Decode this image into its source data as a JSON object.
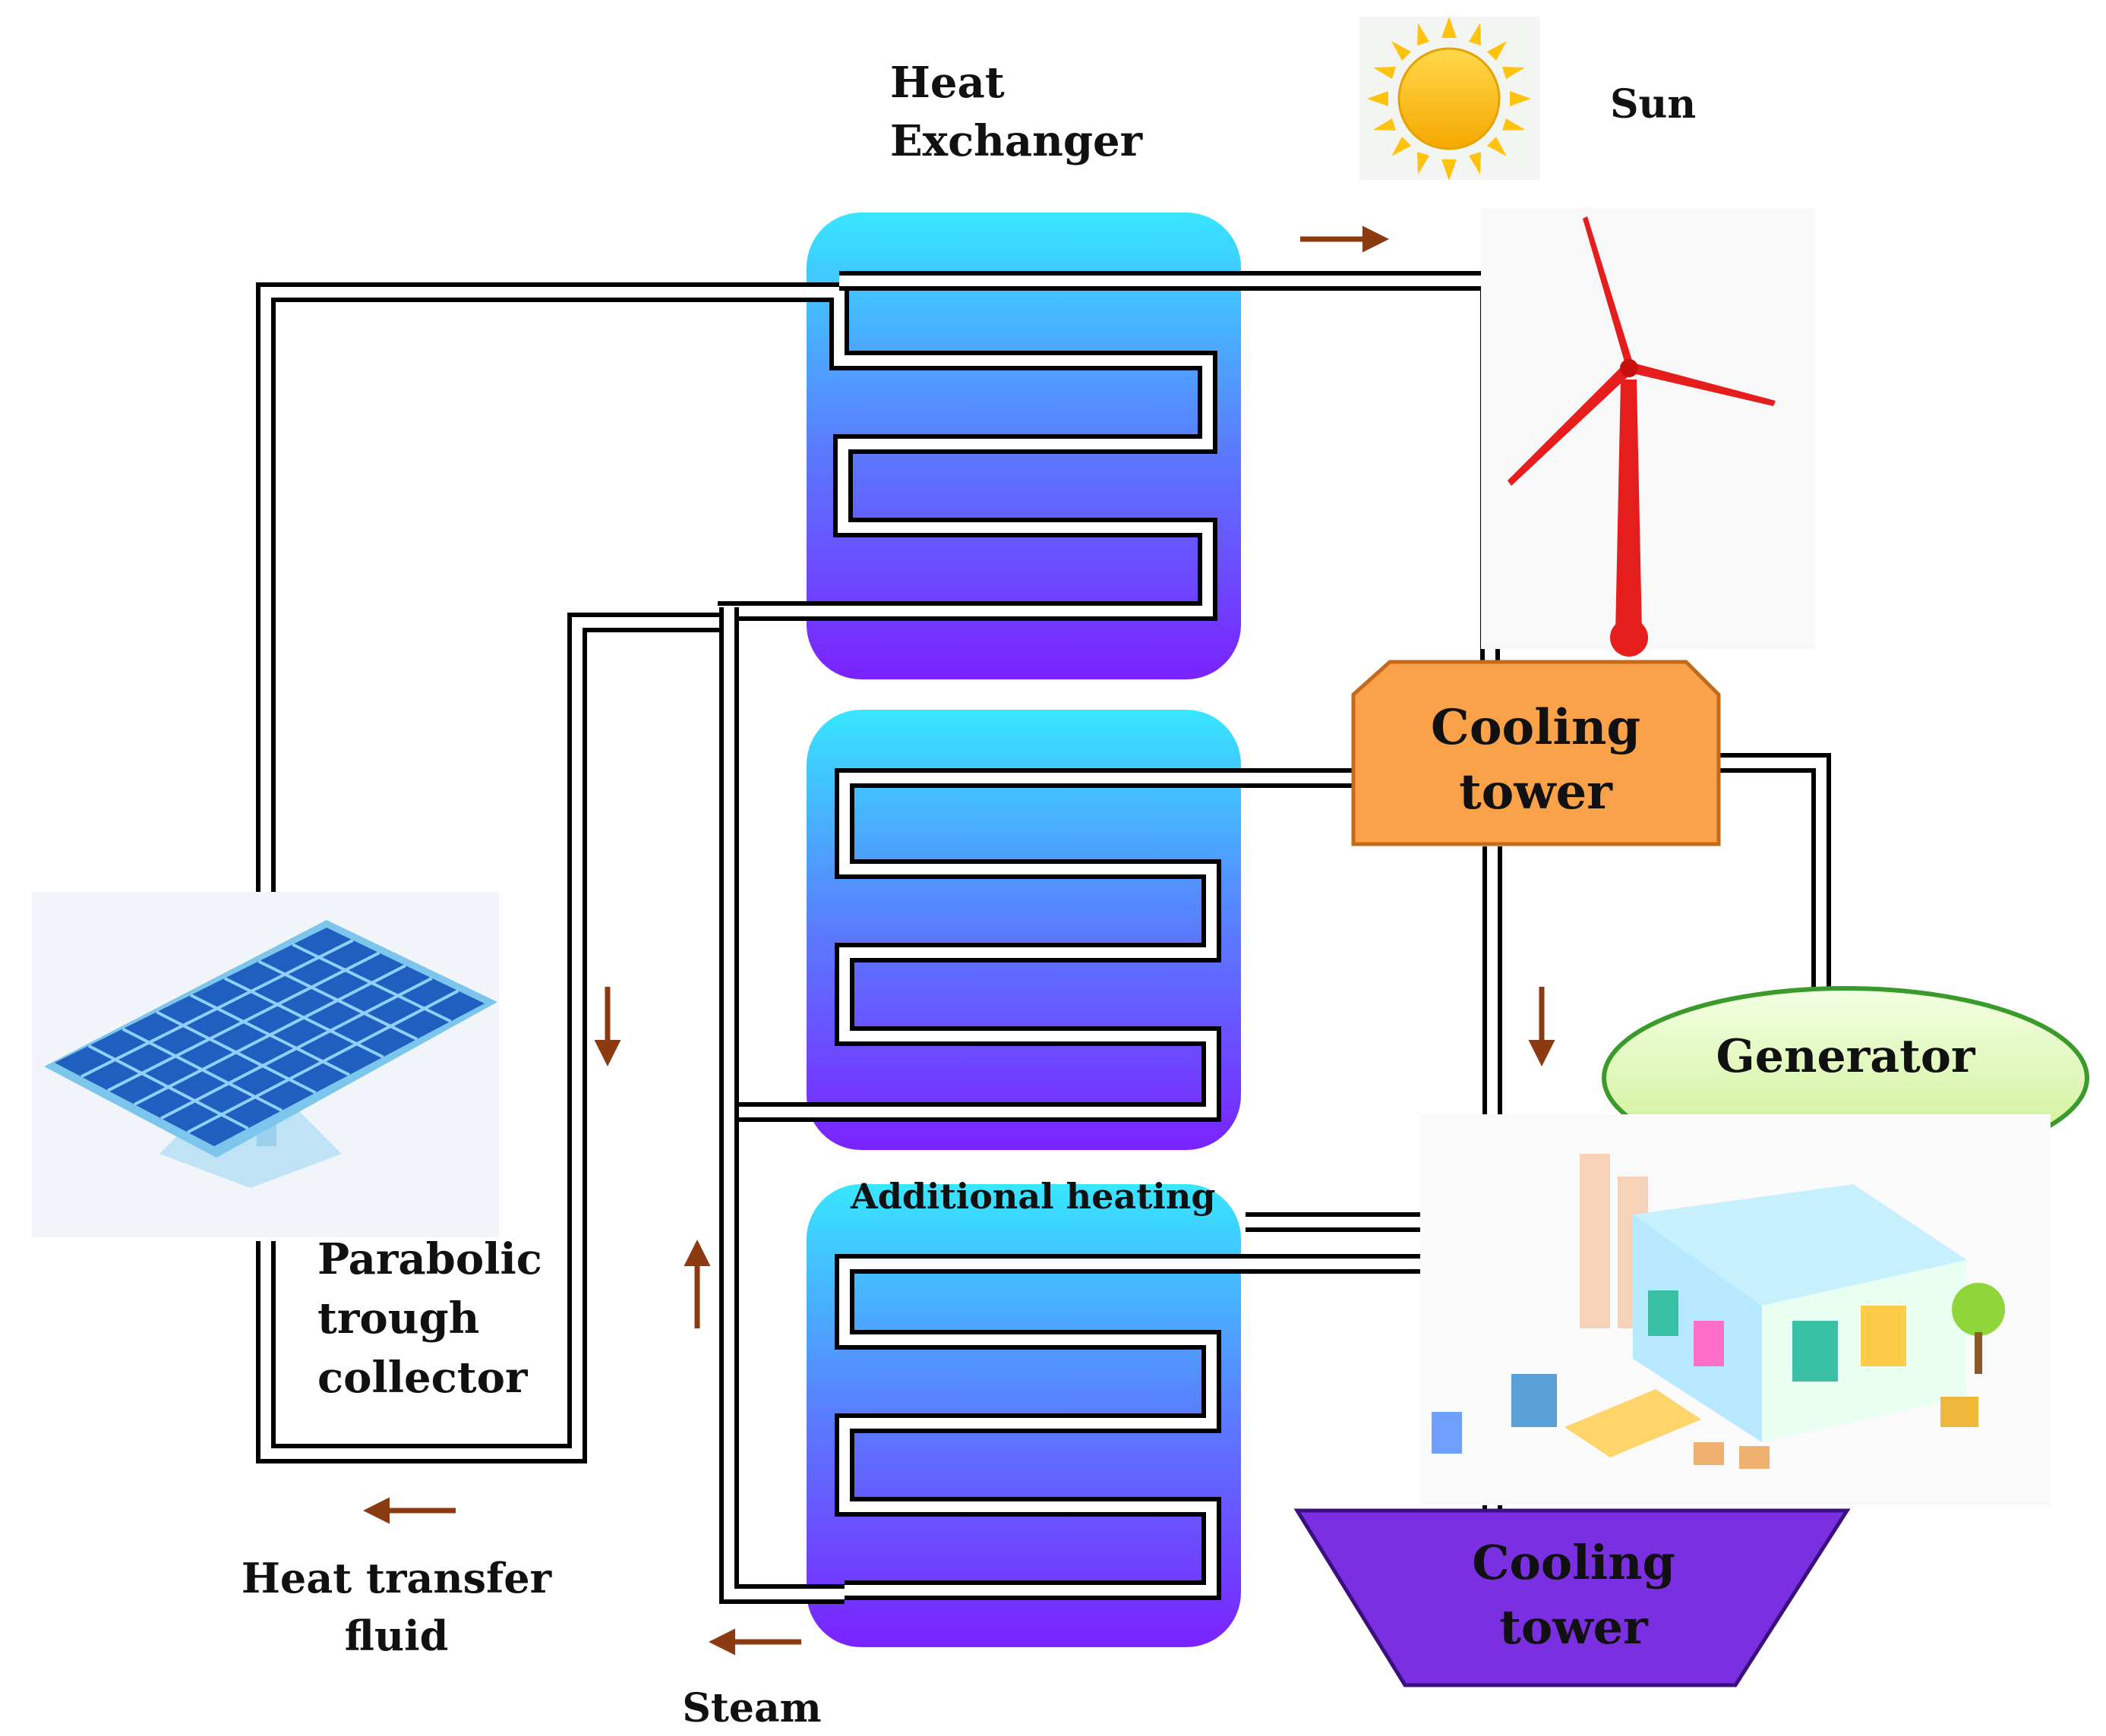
{
  "labels": {
    "heat_exchanger_line1": "Heat",
    "heat_exchanger_line2": "Exchanger",
    "sun": "Sun",
    "cooling_tower_top_line1": "Cooling",
    "cooling_tower_top_line2": "tower",
    "generator": "Generator",
    "additional_heating": "Additional heating",
    "collector_line1": "Parabolic",
    "collector_line2": "trough",
    "collector_line3": "collector",
    "htf_line1": "Heat transfer",
    "htf_line2": "fluid",
    "steam": "Steam",
    "cooling_tower_bottom_line1": "Cooling",
    "cooling_tower_bottom_line2": "tower"
  },
  "colors": {
    "exchanger_top": "#37e6ff",
    "exchanger_mid": "#5a7cff",
    "exchanger_bottom": "#7a22ff",
    "cooling_tower_top": "#f9a24a",
    "cooling_tower_bottom": "#7a2fe0",
    "generator_fill": "#dcf5a8",
    "arrow": "#8b3a12",
    "turbine": "#e51d1d",
    "sun": "#ffc20e",
    "solar_panel": "#1f5fbf",
    "pipe": "#000000"
  },
  "icons": [
    "sun-icon",
    "wind-turbine-icon",
    "solar-panel-icon",
    "factory-icon"
  ]
}
